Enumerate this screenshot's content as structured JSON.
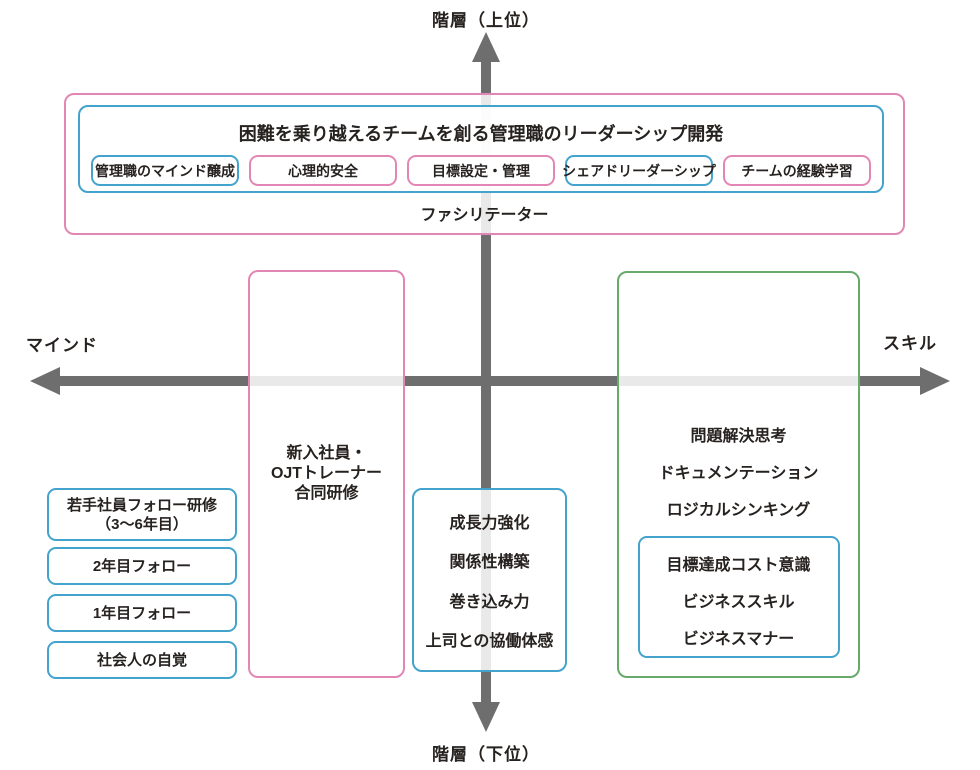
{
  "colors": {
    "pink_border": "#e287b5",
    "blue_border": "#44a3cd",
    "green_border": "#68a96c",
    "axis_gray": "#6e6e6e",
    "text": "#262220"
  },
  "axes": {
    "top_label": "階層（上位）",
    "bottom_label": "階層（下位）",
    "left_label": "マインド",
    "right_label": "スキル"
  },
  "top_section": {
    "title": "困難を乗り越えるチームを創る管理職のリーダーシップ開発",
    "pills": [
      {
        "label": "管理職のマインド醸成",
        "color": "blue"
      },
      {
        "label": "心理的安全",
        "color": "pink"
      },
      {
        "label": "目標設定・管理",
        "color": "pink"
      },
      {
        "label": "シェアドリーダーシップ",
        "color": "blue"
      },
      {
        "label": "チームの経験学習",
        "color": "pink"
      }
    ],
    "footer": "ファシリテーター"
  },
  "left_column": {
    "boxes": [
      {
        "lines": [
          "若手社員フォロー研修",
          "（3～6年目）"
        ]
      },
      {
        "label": "2年目フォロー"
      },
      {
        "label": "1年目フォロー"
      },
      {
        "label": "社会人の自覚"
      }
    ]
  },
  "joint_training_box": {
    "lines": [
      "新入社員・",
      "OJTトレーナー",
      "合同研修"
    ]
  },
  "growth_box": {
    "items": [
      "成長力強化",
      "関係性構築",
      "巻き込み力",
      "上司との協働体感"
    ]
  },
  "skills_box": {
    "items": [
      "問題解決思考",
      "ドキュメンテーション",
      "ロジカルシンキング"
    ],
    "inner_items": [
      "目標達成コスト意識",
      "ビジネススキル",
      "ビジネスマナー"
    ]
  }
}
